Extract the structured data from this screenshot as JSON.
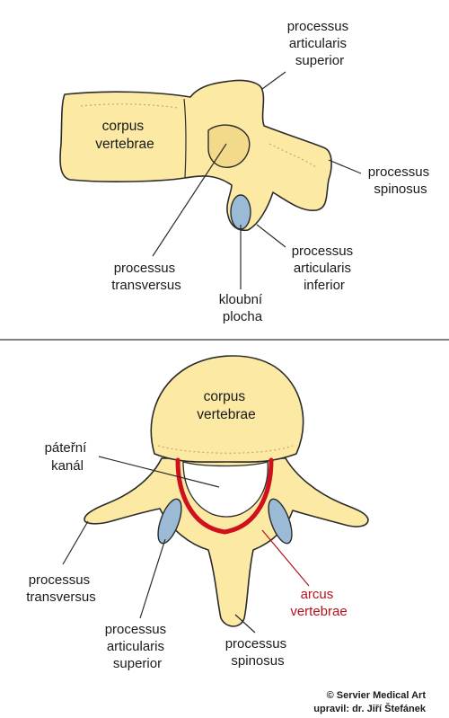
{
  "colors": {
    "bone": "#fbe9a4",
    "facet": "#9bbad6",
    "outline": "#2b2b2b",
    "arcus": "#d0101c",
    "arcus_label": "#b5121b"
  },
  "lateral": {
    "corpus": [
      "corpus",
      "vertebrae"
    ],
    "art_sup": [
      "processus",
      "articularis",
      "superior"
    ],
    "spinosus": [
      "processus",
      "spinosus"
    ],
    "transversus": [
      "processus",
      "transversus"
    ],
    "art_inf": [
      "processus",
      "articularis",
      "inferior"
    ],
    "kloubni": [
      "kloubní",
      "plocha"
    ]
  },
  "superior": {
    "corpus": [
      "corpus",
      "vertebrae"
    ],
    "kanal": [
      "páteřní",
      "kanál"
    ],
    "transversus": [
      "processus",
      "transversus"
    ],
    "arcus": [
      "arcus",
      "vertebrae"
    ],
    "art_sup": [
      "processus",
      "articularis",
      "superior"
    ],
    "spinosus": [
      "processus",
      "spinosus"
    ]
  },
  "credits": [
    "© Servier Medical Art",
    "upravil: dr. Jiří Štefánek"
  ]
}
